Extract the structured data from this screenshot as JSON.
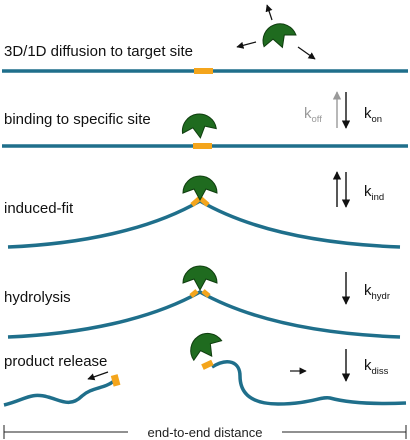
{
  "colors": {
    "dna": "#1f6f8b",
    "site": "#f4a51c",
    "protein": "#1f6b1f",
    "protein_dark": "#0f3d0f",
    "k_active": "#111111",
    "k_inactive": "#9a9a9a",
    "text": "#111111"
  },
  "stages": [
    {
      "label": "3D/1D diffusion to target site"
    },
    {
      "label": "binding to specific site"
    },
    {
      "label": "induced-fit"
    },
    {
      "label": "hydrolysis"
    },
    {
      "label": "product release"
    }
  ],
  "rates": {
    "koff": {
      "main": "k",
      "sub": "off"
    },
    "kon": {
      "main": "k",
      "sub": "on"
    },
    "kind": {
      "main": "k",
      "sub": "ind"
    },
    "khydr": {
      "main": "k",
      "sub": "hydr"
    },
    "kdiss": {
      "main": "k",
      "sub": "diss"
    }
  },
  "axis": {
    "label": "end-to-end distance"
  },
  "icons": [
    "protein-icon",
    "arrow-up-icon",
    "arrow-down-icon",
    "arrow-left-icon",
    "arrow-right-icon"
  ]
}
